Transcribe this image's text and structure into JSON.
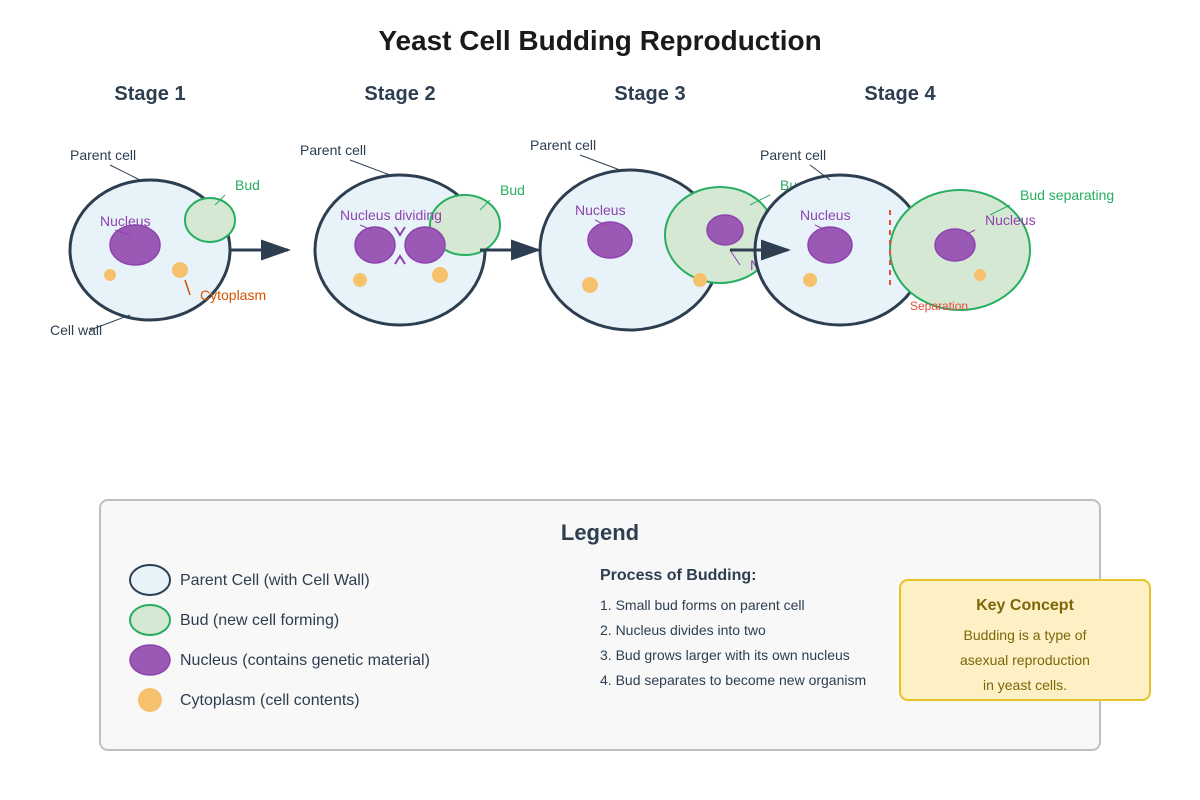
{
  "title": "Yeast Cell Budding Reproduction",
  "stages": [
    "Stage 1",
    "Stage 2",
    "Stage 3",
    "Stage 4"
  ],
  "labels": {
    "parent_cell": "Parent cell",
    "bud": "Bud",
    "nucleus": "Nucleus",
    "cytoplasm": "Cytoplasm",
    "cell_wall": "Cell wall",
    "nucleus_dividing": "Nucleus dividing",
    "bud_stage3": "Bu",
    "nucleus_stage3_bud": "N",
    "bud_separating": "Bud separating",
    "separation": "Separation"
  },
  "legend": {
    "title": "Legend",
    "items": [
      "Parent Cell (with Cell Wall)",
      "Bud (new cell forming)",
      "Nucleus (contains genetic material)",
      "Cytoplasm (cell contents)"
    ]
  },
  "process": {
    "title": "Process of Budding:",
    "steps": [
      "1. Small bud forms on parent cell",
      "2. Nucleus divides into two",
      "3. Bud grows larger with its own nucleus",
      "4. Bud separates to become new organism"
    ]
  },
  "key_concept": {
    "title": "Key Concept",
    "lines": [
      "Budding is a type of",
      "asexual reproduction",
      "in yeast cells."
    ]
  },
  "colors": {
    "parent_fill": "#e8f3f9",
    "parent_stroke": "#2c3e50",
    "bud_fill": "#d5e8d4",
    "bud_stroke": "#27ae60",
    "nucleus_fill": "#9b59b6",
    "nucleus_stroke": "#8e44ad",
    "cytoplasm": "#f5c16c",
    "cytoplasm_label": "#d35400",
    "separation": "#e74c3c",
    "key_fill": "#fdf0c4",
    "key_stroke": "#e6c229",
    "key_text": "#7d6608"
  }
}
